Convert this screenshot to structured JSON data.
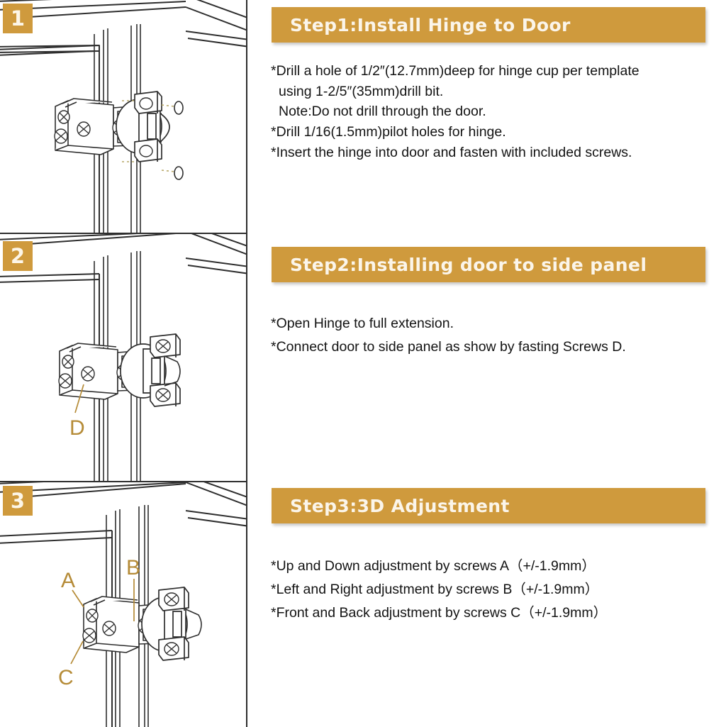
{
  "document": {
    "title": "Cabinet Hinge Installation Instructions",
    "accent_color": "#cf9a3d",
    "header_text_color": "#fbf5ea",
    "body_text_color": "#131313",
    "line_art_color": "#2e2e2e",
    "callout_color": "#b58b37"
  },
  "steps": [
    {
      "badge": "1",
      "header": "Step1:Install Hinge to Door",
      "lines": [
        "*Drill a hole of 1/2″(12.7mm)deep for hinge cup per template",
        "using 1-2/5″(35mm)drill bit.",
        "Note:Do not drill through the door.",
        "*Drill 1/16(1.5mm)pilot holes for hinge.",
        "*Insert the hinge into door and fasten with included screws."
      ],
      "callouts": []
    },
    {
      "badge": "2",
      "header": "Step2:Installing door to side panel",
      "lines": [
        "*Open Hinge to full extension.",
        "*Connect door to side panel as show by fasting Screws D."
      ],
      "callouts": [
        "D"
      ]
    },
    {
      "badge": "3",
      "header": "Step3:3D Adjustment",
      "lines": [
        "*Up and Down adjustment by screws A（+/-1.9mm）",
        "*Left and Right adjustment by screws B（+/-1.9mm）",
        "*Front and Back adjustment by screws C（+/-1.9mm）"
      ],
      "callouts": [
        "A",
        "B",
        "C"
      ]
    }
  ],
  "illustrations": {
    "panel_1_caption": "Cabinet door with concealed hinge aligned to drilled cup hole and pilot hole guides",
    "panel_2_caption": "Hinge opened to full extension connected to cabinet side panel, screw D indicated",
    "panel_3_caption": "Installed hinge showing adjustment screws A, B and C"
  }
}
